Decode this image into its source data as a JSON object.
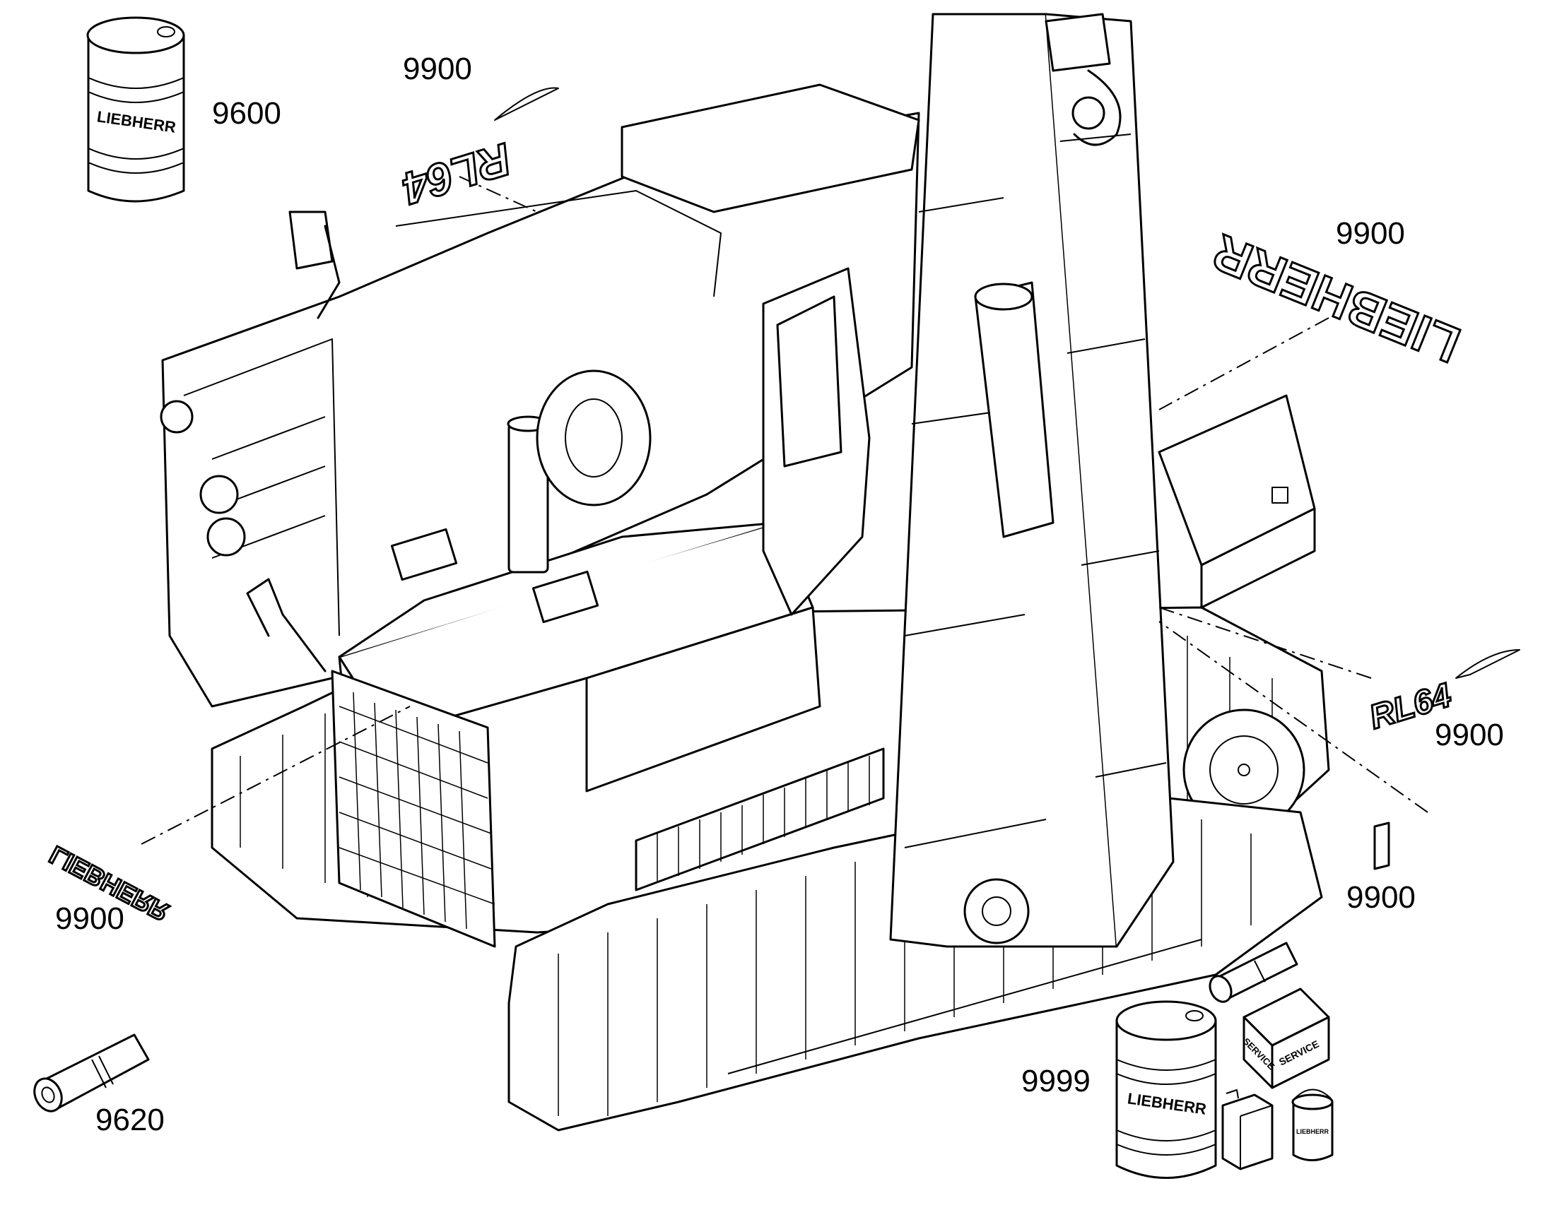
{
  "callouts": {
    "drum_label": "9600",
    "decal_top_label": "9900",
    "decal_right_label": "9900",
    "decal_model_right_label": "9900",
    "decal_small_label": "9900",
    "decal_front_label": "9900",
    "roll_label": "9620",
    "service_kit_label": "9999"
  },
  "decals": {
    "model_text": "RL64",
    "brand_text": "LIEBHERR"
  },
  "service_kit": {
    "box_text_1": "SERVICE",
    "box_text_2": "SERVICE",
    "drum_text": "LIEBHERR",
    "can_text": "LIEBHERR"
  },
  "drum": {
    "text": "LIEBHERR"
  },
  "colors": {
    "line": "#000000",
    "background": "#ffffff"
  },
  "icons": [
    "oil-drum-icon",
    "film-roll-icon",
    "service-box-icon",
    "jerrycan-icon",
    "paint-can-icon"
  ]
}
